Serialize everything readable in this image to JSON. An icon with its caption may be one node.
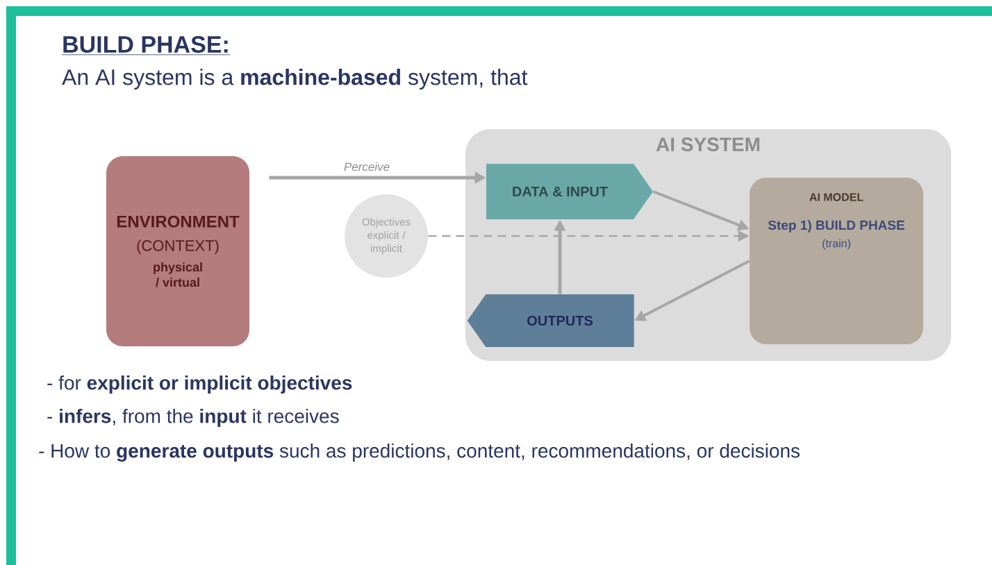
{
  "diagram": {
    "title": "BUILD PHASE:",
    "nodes": [
      {
        "text": [
          "ENVIRONMENT",
          "(CONTEXT)",
          "physical / virtual"
        ]
      },
      {
        "text": [
          "AI SYSTEM"
        ]
      },
      {
        "text": [
          "DATA & INPUT"
        ],
        "in": 1
      },
      {
        "text": [
          "AI MODEL",
          "Step 1) BUILD PHASE",
          "(train)"
        ],
        "in": 1
      },
      {
        "text": [
          "OUTPUTS"
        ],
        "in": 1
      },
      {
        "text": [
          "Objectives explicit / implicit"
        ]
      }
    ],
    "edges": [
      {
        "from": 0,
        "to": 2,
        "arrow": "to",
        "label": "Perceive"
      },
      {
        "from": 2,
        "to": 3,
        "arrow": "to"
      },
      {
        "from": 5,
        "to": 3,
        "arrow": "to",
        "style": "dashed"
      },
      {
        "from": 3,
        "to": 4,
        "arrow": "to"
      },
      {
        "from": 4,
        "to": 2,
        "arrow": "to"
      }
    ],
    "labels": [
      "An AI system is a **machine-based** system, that",
      "- for **explicit or implicit objectives**",
      "- **infers**, from the **input** it receives",
      "- How to **generate outputs** such as predictions, content, recommendations, or decisions"
    ]
  }
}
